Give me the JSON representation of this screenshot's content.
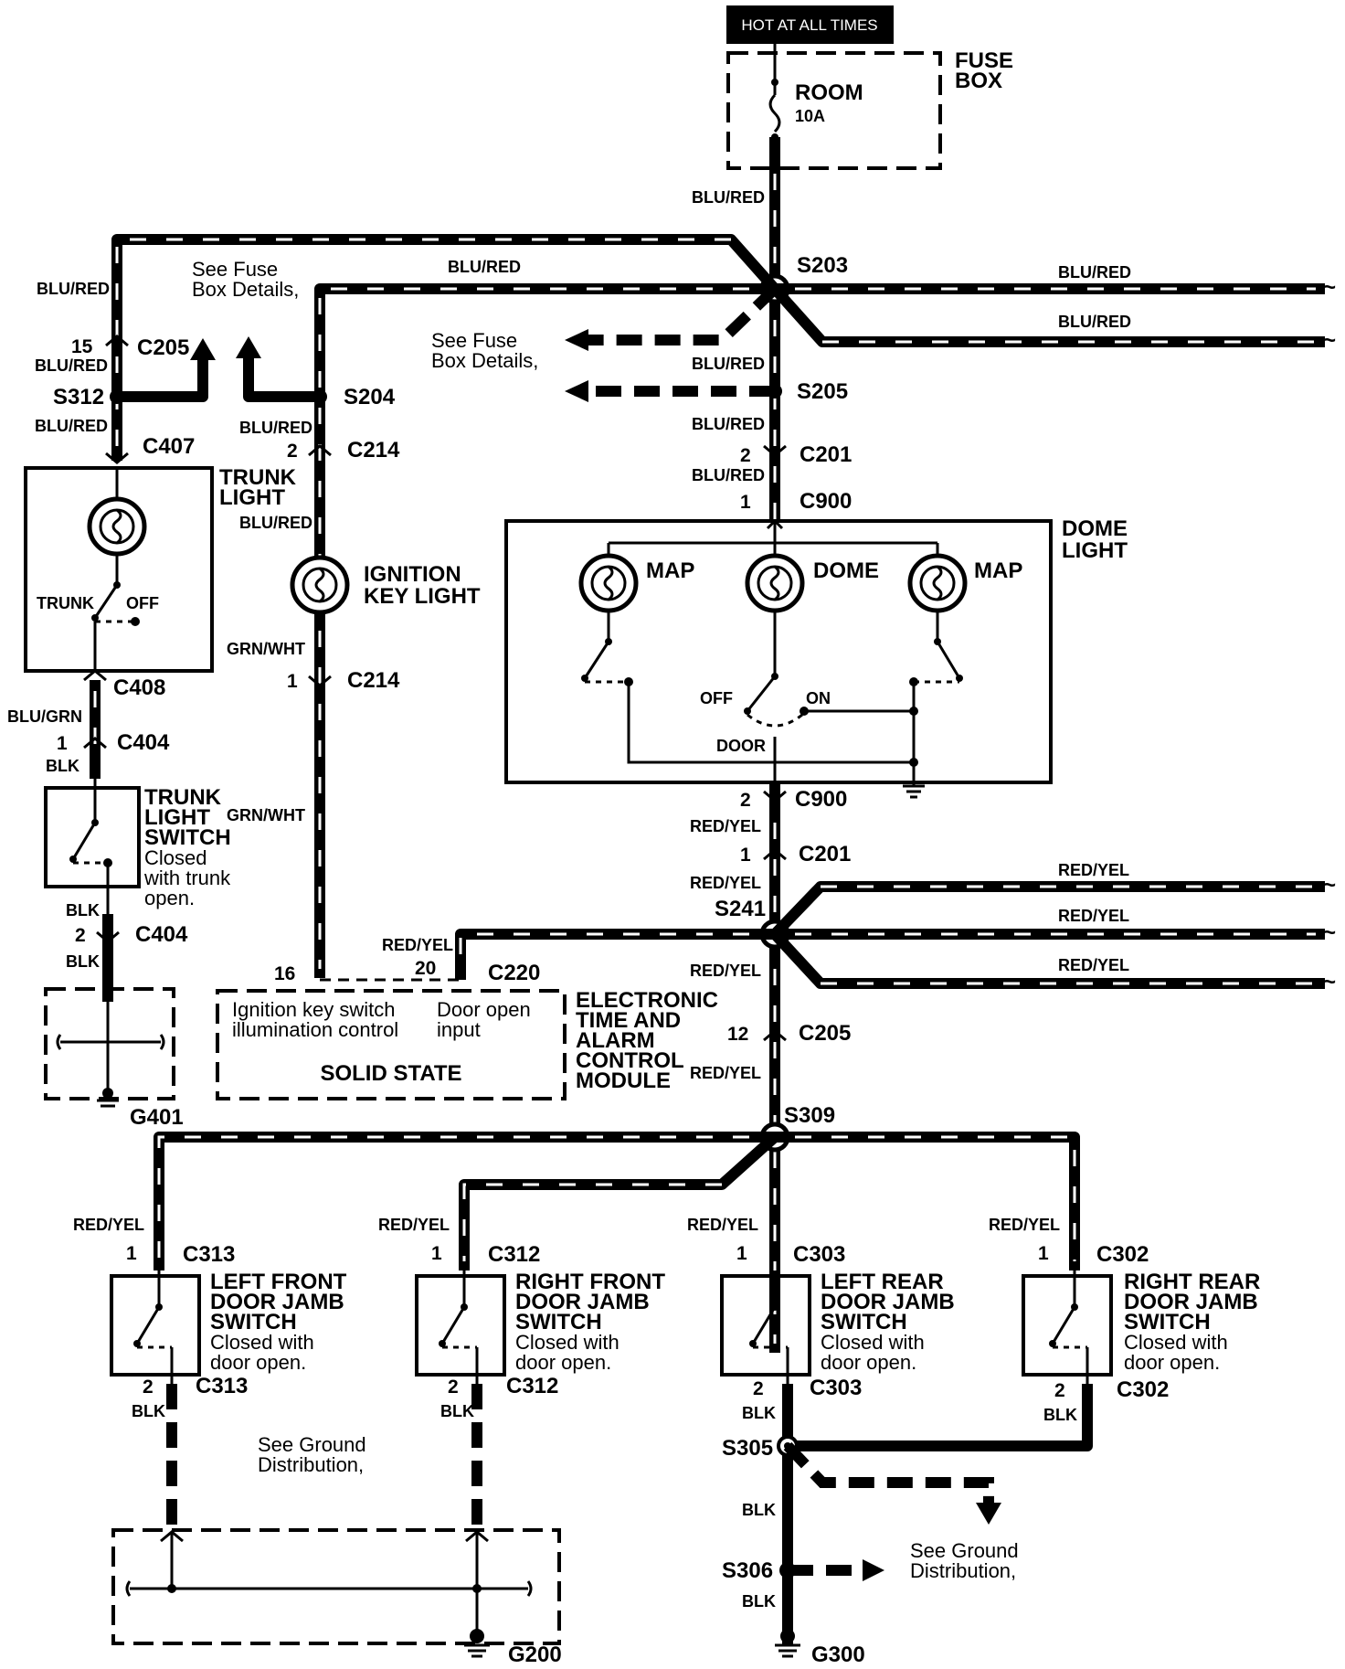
{
  "header": {
    "hot_label": "HOT AT ALL TIMES"
  },
  "fuse_box": {
    "title_line1": "FUSE",
    "title_line2": "BOX",
    "fuse_name": "ROOM",
    "fuse_rating": "10A"
  },
  "wire_colors": {
    "blu_red": "BLU/RED",
    "red_yel": "RED/YEL",
    "grn_wht": "GRN/WHT",
    "blu_grn": "BLU/GRN",
    "blk": "BLK"
  },
  "splices": {
    "s203": "S203",
    "s204": "S204",
    "s205": "S205",
    "s312": "S312",
    "s241": "S241",
    "s309": "S309",
    "s305": "S305",
    "s306": "S306"
  },
  "connectors": {
    "c205": "C205",
    "c407": "C407",
    "c408": "C408",
    "c404": "C404",
    "c214": "C214",
    "c201": "C201",
    "c900": "C900",
    "c220": "C220",
    "c313": "C313",
    "c312": "C312",
    "c303": "C303",
    "c302": "C302"
  },
  "pins": {
    "p15": "15",
    "p2": "2",
    "p1": "1",
    "p16": "16",
    "p20": "20",
    "p12": "12"
  },
  "notes": {
    "see_fuse_1": "See Fuse",
    "see_fuse_2": "Box Details,",
    "see_ground_1": "See Ground",
    "see_ground_2": "Distribution,"
  },
  "trunk_light": {
    "title_1": "TRUNK",
    "title_2": "LIGHT",
    "pos_trunk": "TRUNK",
    "pos_off": "OFF"
  },
  "trunk_switch": {
    "title_1": "TRUNK",
    "title_2": "LIGHT",
    "title_3": "SWITCH",
    "desc_1": "Closed",
    "desc_2": "with trunk",
    "desc_3": "open."
  },
  "ignition_light": {
    "title_1": "IGNITION",
    "title_2": "KEY LIGHT"
  },
  "dome_light": {
    "title_1": "DOME",
    "title_2": "LIGHT",
    "map": "MAP",
    "dome": "DOME",
    "off": "OFF",
    "on": "ON",
    "door": "DOOR"
  },
  "etacm": {
    "input_1a": "Ignition key switch",
    "input_1b": "illumination control",
    "input_2a": "Door open",
    "input_2b": "input",
    "solid_state": "SOLID STATE",
    "title_1": "ELECTRONIC",
    "title_2": "TIME AND",
    "title_3": "ALARM",
    "title_4": "CONTROL",
    "title_5": "MODULE"
  },
  "door_switches": {
    "lf_1": "LEFT FRONT",
    "lf_2": "DOOR JAMB",
    "lf_3": "SWITCH",
    "rf_1": "RIGHT FRONT",
    "rf_2": "DOOR JAMB",
    "rf_3": "SWITCH",
    "lr_1": "LEFT REAR",
    "lr_2": "DOOR JAMB",
    "lr_3": "SWITCH",
    "rr_1": "RIGHT REAR",
    "rr_2": "DOOR JAMB",
    "rr_3": "SWITCH",
    "desc_1": "Closed with",
    "desc_2": "door open."
  },
  "grounds": {
    "g401": "G401",
    "g200": "G200",
    "g300": "G300"
  }
}
